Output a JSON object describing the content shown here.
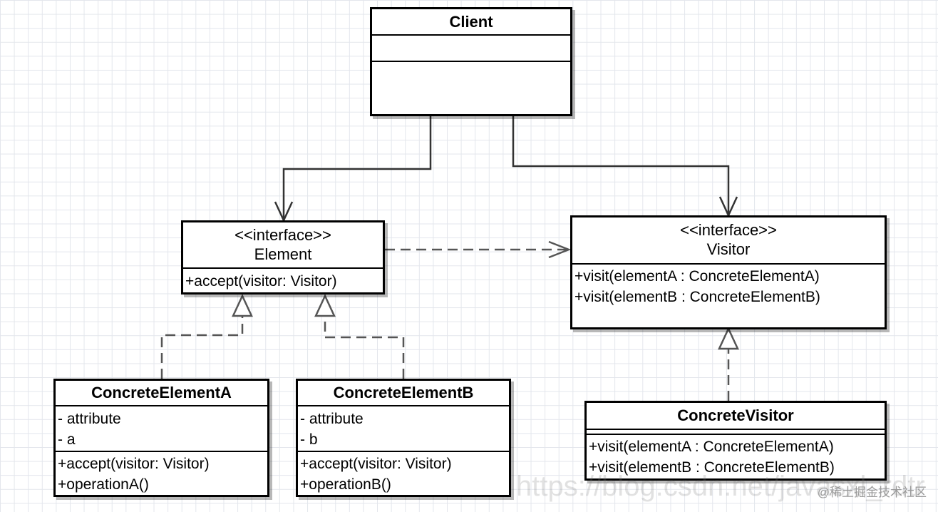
{
  "client": {
    "name": "Client"
  },
  "element": {
    "stereotype": "<<interface>>",
    "name": "Element",
    "operations": [
      "+accept(visitor: Visitor)"
    ]
  },
  "visitor": {
    "stereotype": "<<interface>>",
    "name": "Visitor",
    "operations": [
      "+visit(elementA : ConcreteElementA)",
      "+visit(elementB : ConcreteElementB)"
    ]
  },
  "concrete_element_a": {
    "name": "ConcreteElementA",
    "attributes": [
      "- attribute",
      "- a"
    ],
    "operations": [
      "+accept(visitor: Visitor)",
      "+operationA()"
    ]
  },
  "concrete_element_b": {
    "name": "ConcreteElementB",
    "attributes": [
      "- attribute",
      "- b"
    ],
    "operations": [
      "+accept(visitor: Visitor)",
      "+operationB()"
    ]
  },
  "concrete_visitor": {
    "name": "ConcreteVisitor",
    "operations": [
      "+visit(elementA : ConcreteElementA)",
      "+visit(elementB : ConcreteElementB)"
    ]
  },
  "watermark": {
    "url": "https://blog.csdn.net/javasxl_rdtr",
    "badge": "@稀土掘金技术社区"
  }
}
